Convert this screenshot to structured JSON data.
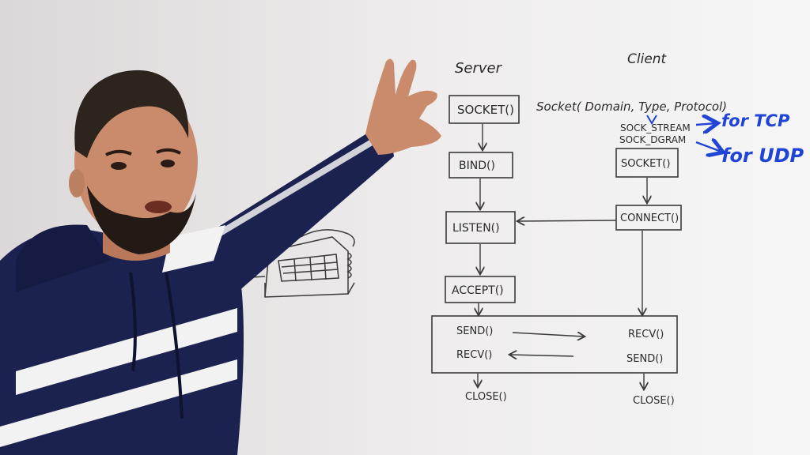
{
  "board": {
    "headers": {
      "server": "Server",
      "client": "Client"
    },
    "socket_signature": "Socket( Domain, Type, Protocol)",
    "sock_types": {
      "stream": "SOCK_STREAM",
      "dgram": "SOCK_DGRAM"
    },
    "notes": {
      "tcp": "for TCP",
      "udp": "for UDP"
    },
    "server_steps": {
      "socket": "SOCKET()",
      "bind": "BIND()",
      "listen": "LISTEN()",
      "accept": "ACCEPT()",
      "send": "SEND()",
      "recv": "RECV()",
      "close": "CLOSE()"
    },
    "client_steps": {
      "socket": "SOCKET()",
      "connect": "CONNECT()",
      "recv": "RECV()",
      "send": "SEND()",
      "close": "CLOSE()"
    },
    "ink_color": "#2a2a2a",
    "marker_blue": "#1f44d6"
  },
  "person": {
    "hoodie_color": "#1c2250",
    "stripe_color": "#f2f2f2",
    "skin_color": "#c98b6c"
  }
}
